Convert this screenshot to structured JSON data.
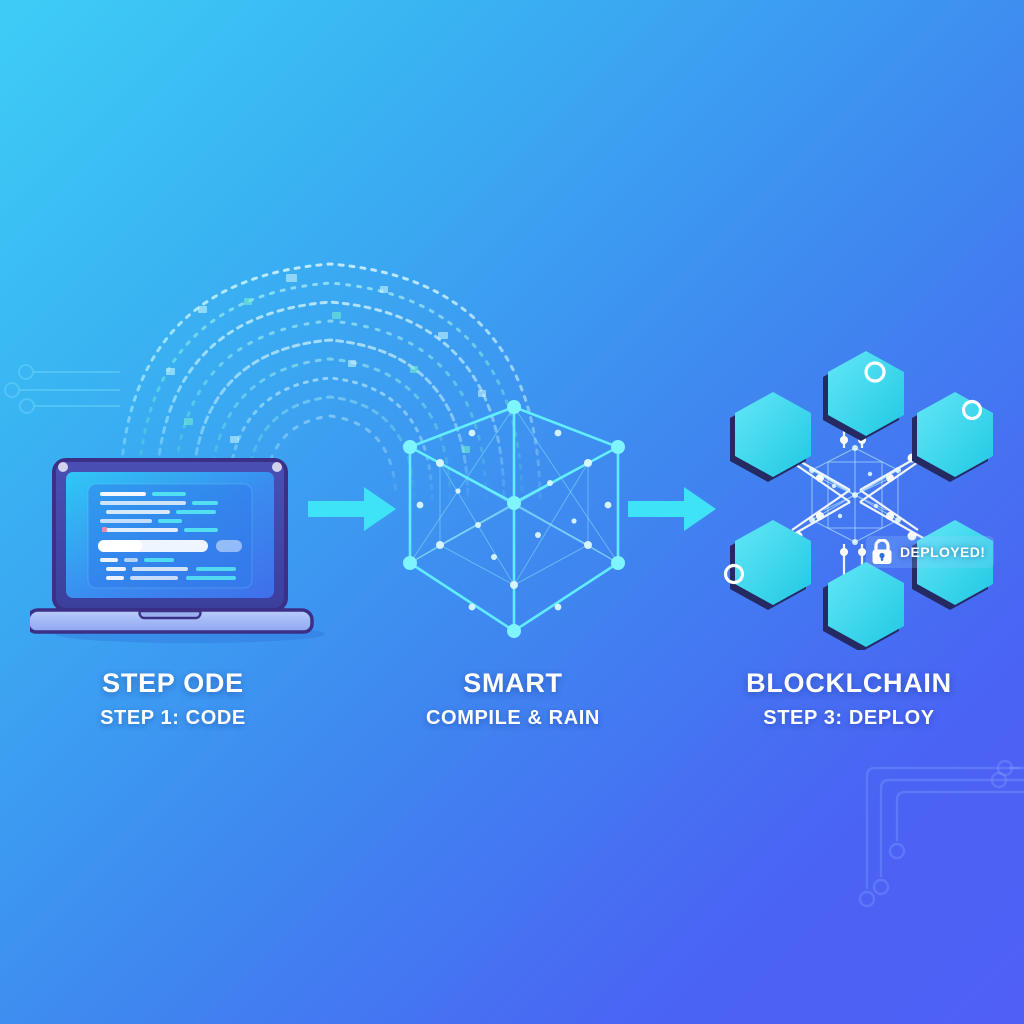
{
  "background": {
    "gradient_from": "#3ecdf6",
    "gradient_to": "#5060f6",
    "accent_cyan": "#3fe3f7",
    "hex_fill": "#35d6ef",
    "hex_shadow": "#252a63"
  },
  "steps": [
    {
      "id": "code",
      "icon": "laptop-icon",
      "title": "STEP ODE",
      "subtitle": "STEP 1: CODE"
    },
    {
      "id": "compile",
      "icon": "wireframe-cube-icon",
      "title": "SMART",
      "subtitle": "COMPILE & RAIN"
    },
    {
      "id": "deploy",
      "icon": "blockchain-network-icon",
      "title": "BLOCKLCHAIN",
      "subtitle": "STEP 3: DEPLOY"
    }
  ],
  "connectors": [
    {
      "id": "arrow-1",
      "icon": "right-arrow-icon"
    },
    {
      "id": "arrow-2",
      "icon": "right-arrow-icon"
    }
  ],
  "badge": {
    "icon": "lock-icon",
    "label": "DEPLOYED!"
  },
  "decorations": [
    {
      "id": "code-rain-arc",
      "icon": "code-stream-icon"
    },
    {
      "id": "circuit-left",
      "icon": "circuit-trace-icon"
    },
    {
      "id": "circuit-right",
      "icon": "circuit-trace-icon"
    }
  ]
}
